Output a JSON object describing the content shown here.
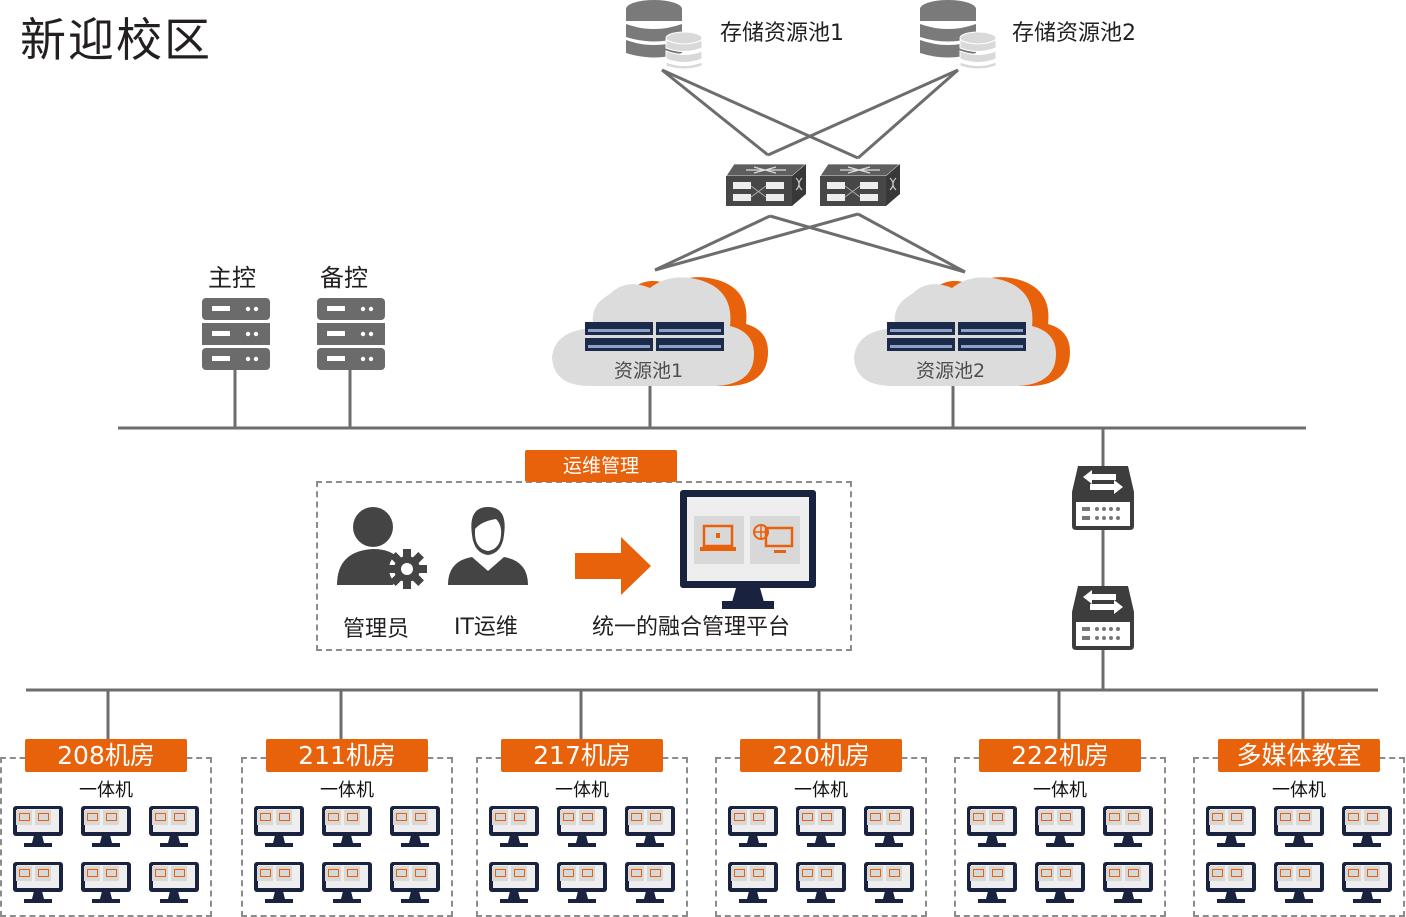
{
  "title": "新迎校区",
  "storage": [
    {
      "label": "存储资源池1",
      "icon": "database-icon"
    },
    {
      "label": "存储资源池2",
      "icon": "database-icon"
    }
  ],
  "core_switches": [
    {
      "icon": "core-switch-icon"
    },
    {
      "icon": "core-switch-icon"
    }
  ],
  "controllers": [
    {
      "label": "主控",
      "icon": "server-rack-icon"
    },
    {
      "label": "备控",
      "icon": "server-rack-icon"
    }
  ],
  "resource_pools": [
    {
      "label": "资源池1",
      "icon": "cloud-server-icon"
    },
    {
      "label": "资源池2",
      "icon": "cloud-server-icon"
    }
  ],
  "ops": {
    "tag": "运维管理",
    "roles": [
      {
        "label": "管理员",
        "icon": "admin-gear-user-icon"
      },
      {
        "label": "IT运维",
        "icon": "user-icon"
      }
    ],
    "arrow_icon": "arrow-right-icon",
    "platform": {
      "label": "统一的融合管理平台",
      "icon": "monitor-icon"
    }
  },
  "access_switches": [
    {
      "icon": "access-switch-icon"
    },
    {
      "icon": "access-switch-icon"
    }
  ],
  "rooms": [
    {
      "name": "208机房",
      "device_label": "一体机",
      "device_count": 6
    },
    {
      "name": "211机房",
      "device_label": "一体机",
      "device_count": 6
    },
    {
      "name": "217机房",
      "device_label": "一体机",
      "device_count": 6
    },
    {
      "name": "220机房",
      "device_label": "一体机",
      "device_count": 6
    },
    {
      "name": "222机房",
      "device_label": "一体机",
      "device_count": 6
    },
    {
      "name": "多媒体教室",
      "device_label": "一体机",
      "device_count": 6
    }
  ],
  "colors": {
    "accent": "#e8620c",
    "line": "#6d6d6d",
    "device_dark": "#192340",
    "icon_gray": "#666666",
    "cloud": "#dcdcdc"
  }
}
